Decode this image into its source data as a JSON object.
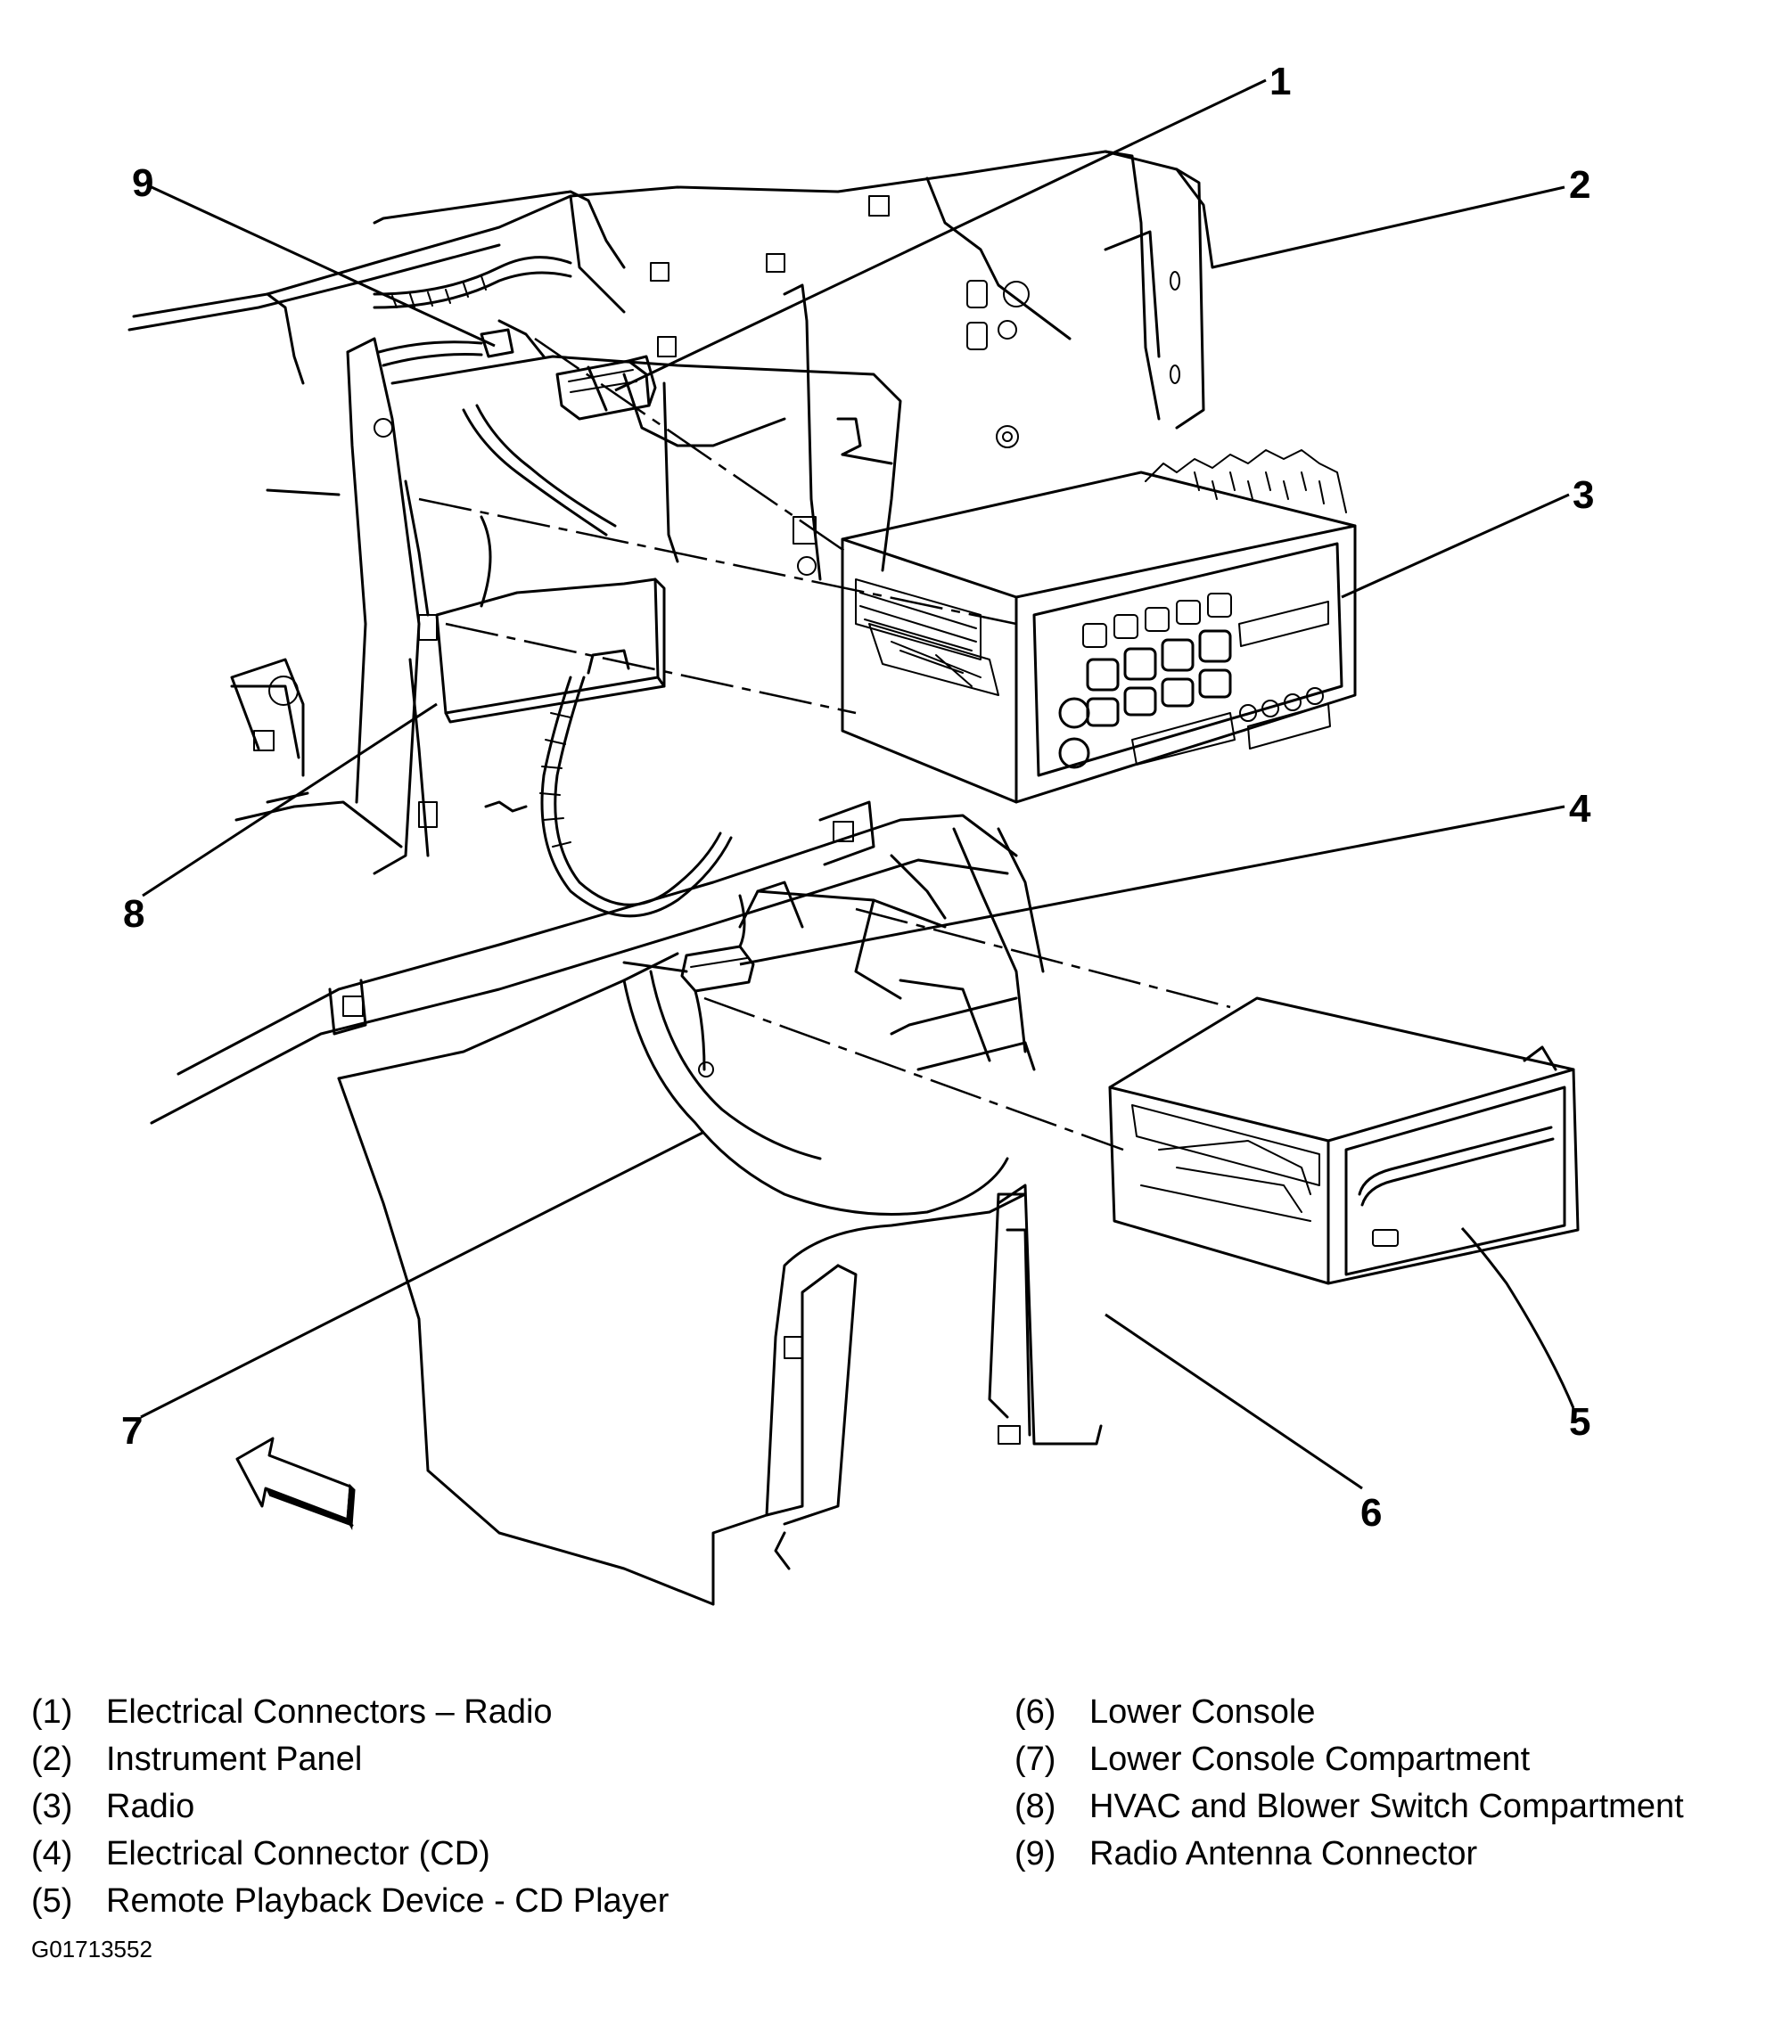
{
  "callouts": [
    "1",
    "2",
    "3",
    "4",
    "5",
    "6",
    "7",
    "8",
    "9"
  ],
  "legend": {
    "left": [
      {
        "num": "(1)",
        "text": "Electrical Connectors – Radio"
      },
      {
        "num": "(2)",
        "text": "Instrument Panel"
      },
      {
        "num": "(3)",
        "text": "Radio"
      },
      {
        "num": "(4)",
        "text": "Electrical Connector (CD)"
      },
      {
        "num": "(5)",
        "text": "Remote Playback Device - CD Player"
      }
    ],
    "right": [
      {
        "num": "(6)",
        "text": "Lower Console"
      },
      {
        "num": "(7)",
        "text": "Lower Console Compartment"
      },
      {
        "num": "(8)",
        "text": "HVAC and Blower Switch Compartment"
      },
      {
        "num": "(9)",
        "text": "Radio Antenna Connector"
      }
    ]
  },
  "figure_id": "G01713552",
  "icons": {
    "direction": "forward-arrow-icon"
  }
}
